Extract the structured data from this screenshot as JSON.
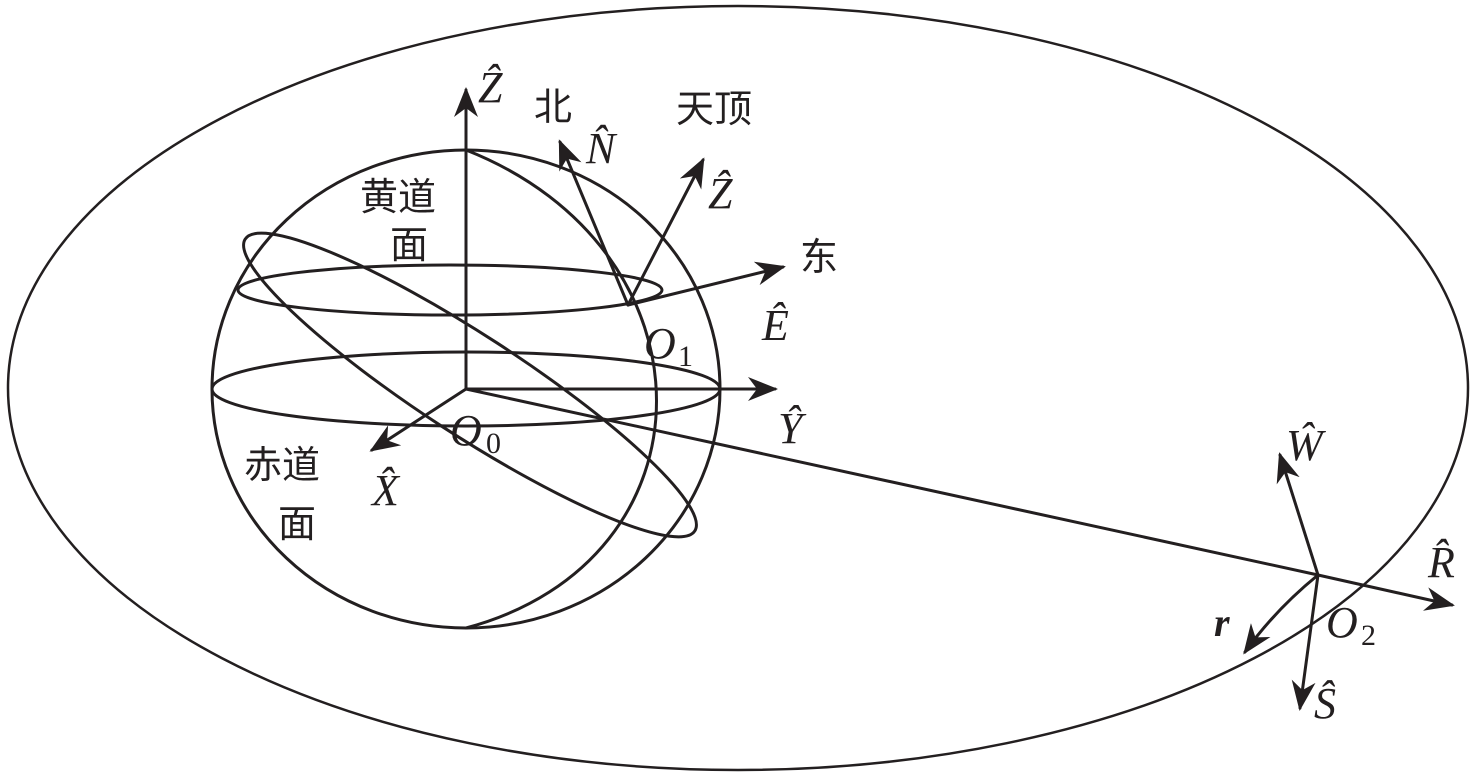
{
  "labels": {
    "axis_z": "Ẑ",
    "axis_y": "Ŷ",
    "axis_x": "X̂",
    "north": "北",
    "north_vec": "N̂",
    "zenith": "天顶",
    "zenith_vec": "Ẑ",
    "east": "东",
    "east_vec": "Ê",
    "origin0": "O",
    "origin0_sub": "0",
    "origin1": "O",
    "origin1_sub": "1",
    "origin2": "O",
    "origin2_sub": "2",
    "ecliptic_1": "黄道",
    "ecliptic_2": "面",
    "equator_1": "赤道",
    "equator_2": "面",
    "w_vec": "Ŵ",
    "r_vec": "R̂",
    "s_vec": "Ŝ",
    "r_bold": "r"
  },
  "colors": {
    "ink": "#231f20",
    "background": "#ffffff"
  }
}
